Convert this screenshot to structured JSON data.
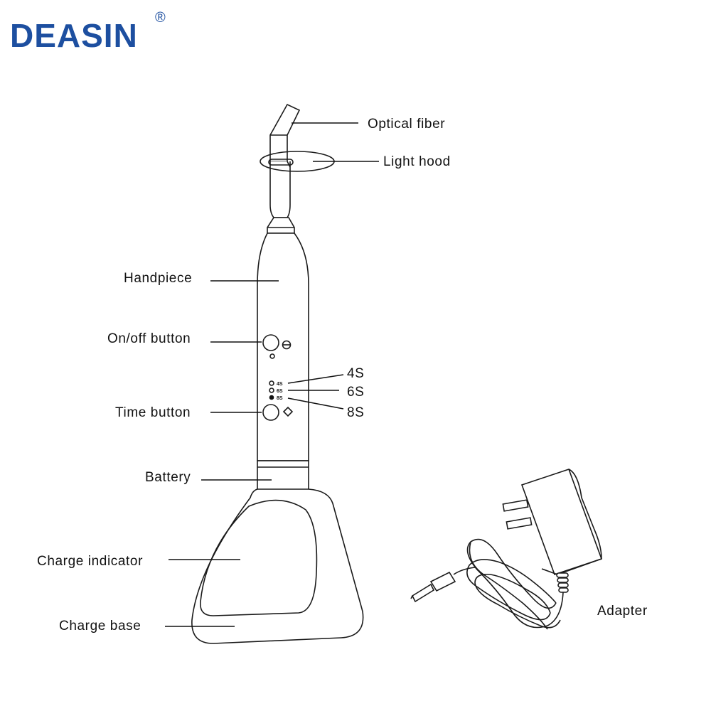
{
  "brand": {
    "name": "DEASIN",
    "registered": "®",
    "color": "#1d4fa0"
  },
  "labels": {
    "optical_fiber": "Optical fiber",
    "light_hood": "Light hood",
    "handpiece": "Handpiece",
    "on_off_button": "On/off button",
    "time_button": "Time button",
    "battery": "Battery",
    "charge_indicator": "Charge indicator",
    "charge_base": "Charge base",
    "adapter": "Adapter"
  },
  "timers": {
    "t4": "4S",
    "t6": "6S",
    "t8": "8S",
    "small_4": "4S",
    "small_6": "6S",
    "small_8": "8S"
  },
  "icons": {
    "power": "power-icon",
    "time": "diamond-icon"
  }
}
